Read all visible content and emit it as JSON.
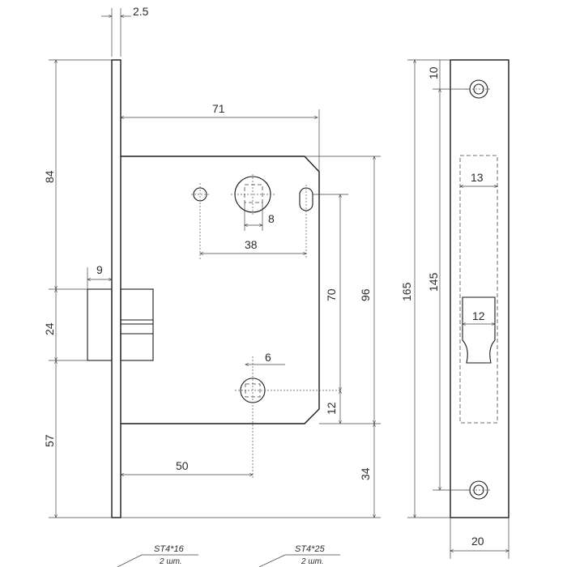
{
  "dimensions": {
    "faceplate_thickness": "2.5",
    "backset_total": "71",
    "top_to_spindle": "84",
    "spindle_size": "8",
    "hole_spacing": "38",
    "bolt_projection": "9",
    "bolt_height": "24",
    "bottom_to_bolt": "57",
    "spindle_to_cylinder": "70",
    "case_height": "96",
    "cylinder_hole": "6",
    "cylinder_offset": "12",
    "cylinder_backset": "50",
    "bottom_margin": "34",
    "plate_height": "165",
    "plate_inner": "145",
    "plate_top_hole": "10",
    "plate_slot_width": "13",
    "plate_latch_width": "12",
    "plate_width": "20"
  },
  "screws": {
    "left": {
      "type": "ST4*16",
      "qty": "2 шт."
    },
    "right": {
      "type": "ST4*25",
      "qty": "2 шт."
    }
  }
}
